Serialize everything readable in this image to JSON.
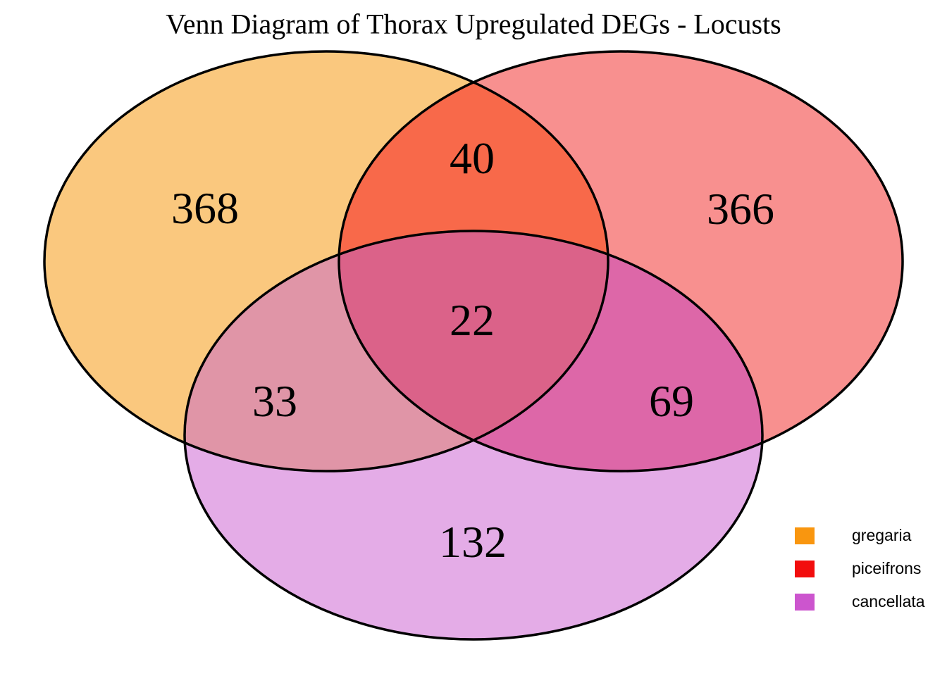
{
  "chart_data": {
    "type": "venn",
    "title": "Venn Diagram of Thorax Upregulated DEGs - Locusts",
    "sets": [
      "gregaria",
      "piceifrons",
      "cancellata"
    ],
    "regions": [
      {
        "sets": [
          "gregaria"
        ],
        "value": 368
      },
      {
        "sets": [
          "piceifrons"
        ],
        "value": 366
      },
      {
        "sets": [
          "cancellata"
        ],
        "value": 132
      },
      {
        "sets": [
          "gregaria",
          "piceifrons"
        ],
        "value": 40
      },
      {
        "sets": [
          "gregaria",
          "cancellata"
        ],
        "value": 33
      },
      {
        "sets": [
          "piceifrons",
          "cancellata"
        ],
        "value": 69
      },
      {
        "sets": [
          "gregaria",
          "piceifrons",
          "cancellata"
        ],
        "value": 22
      }
    ],
    "legend_position": "bottom-right",
    "background": "#FFFFFF"
  },
  "legend": {
    "items": [
      {
        "label": "gregaria",
        "color": "#F9960F"
      },
      {
        "label": "piceifrons",
        "color": "#F20D0D"
      },
      {
        "label": "cancellata",
        "color": "#CC55CE"
      }
    ]
  },
  "colors": {
    "outline": "#000000",
    "regions": {
      "gregaria_only": "#FAC87E",
      "piceifrons_only": "#F8908F",
      "cancellata_only": "#E4ACE7",
      "gregaria_piceifrons": "#F8694A",
      "gregaria_cancellata": "#E095A7",
      "piceifrons_cancellata": "#DD67A8",
      "all_three": "#DB6289"
    }
  }
}
